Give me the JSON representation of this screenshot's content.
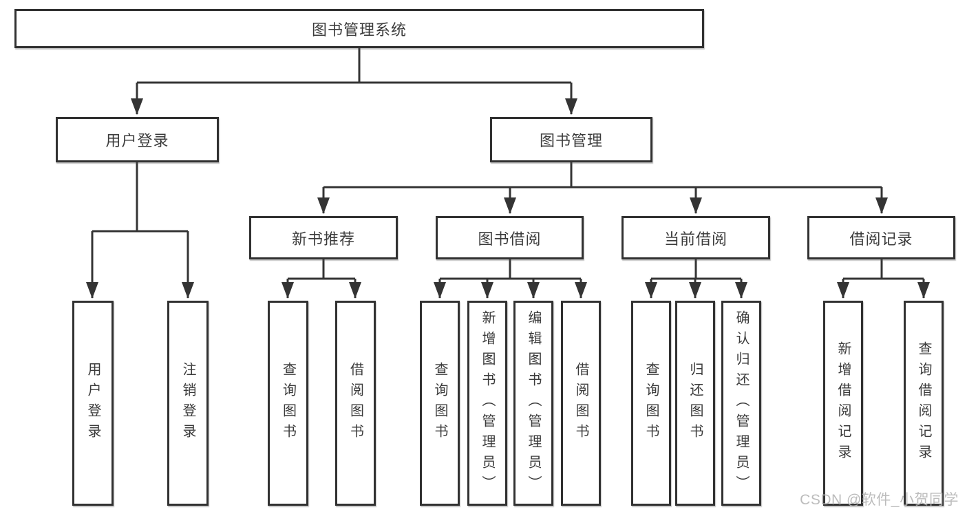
{
  "diagram": {
    "title_node": "图书管理系统",
    "tree": {
      "root": {
        "label": "图书管理系统",
        "children": [
          {
            "label": "用户登录",
            "children": [
              {
                "label": "用户登录"
              },
              {
                "label": "注销登录"
              }
            ]
          },
          {
            "label": "图书管理",
            "children": [
              {
                "label": "新书推荐",
                "children": [
                  {
                    "label": "查询图书"
                  },
                  {
                    "label": "借阅图书"
                  }
                ]
              },
              {
                "label": "图书借阅",
                "children": [
                  {
                    "label": "查询图书"
                  },
                  {
                    "label": "新增图书（管理员）"
                  },
                  {
                    "label": "编辑图书（管理员）"
                  },
                  {
                    "label": "借阅图书"
                  }
                ]
              },
              {
                "label": "当前借阅",
                "children": [
                  {
                    "label": "查询图书"
                  },
                  {
                    "label": "归还图书"
                  },
                  {
                    "label": "确认归还（管理员）"
                  }
                ]
              },
              {
                "label": "借阅记录",
                "children": [
                  {
                    "label": "新增借阅记录"
                  },
                  {
                    "label": "查询借阅记录"
                  }
                ]
              }
            ]
          }
        ]
      }
    },
    "colors": {
      "line": "#343434",
      "box_border": "#313131",
      "text": "#3b3b3b",
      "watermark": "#b5b5b5"
    }
  },
  "watermark": {
    "text": "CSDN @软件_小贺同学"
  }
}
